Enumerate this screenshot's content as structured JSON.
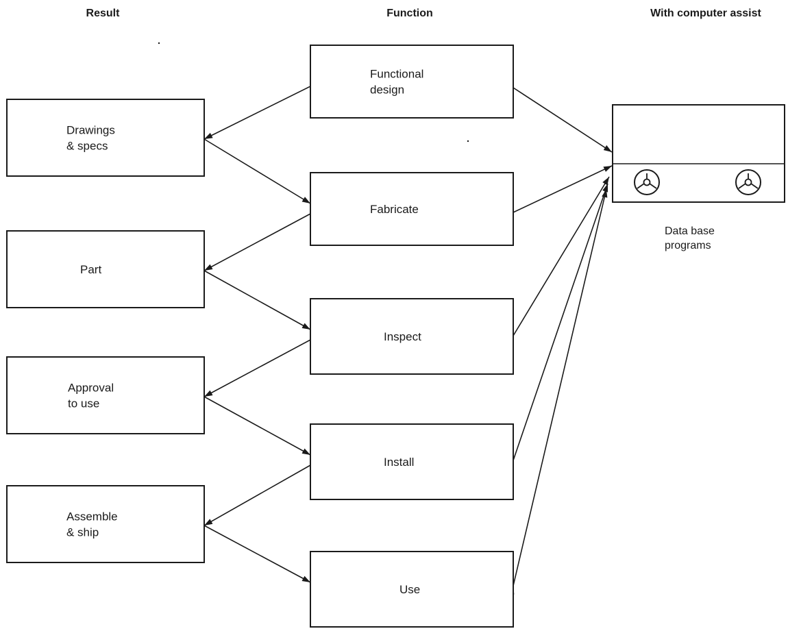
{
  "headers": {
    "result": "Result",
    "function": "Function",
    "computer": "With computer assist"
  },
  "results": [
    {
      "id": "drawings",
      "lines": [
        "Drawings",
        "& specs"
      ]
    },
    {
      "id": "part",
      "lines": [
        "Part"
      ]
    },
    {
      "id": "approval",
      "lines": [
        "Approval",
        "to use"
      ]
    },
    {
      "id": "assemble",
      "lines": [
        "Assemble",
        "& ship"
      ]
    }
  ],
  "functions": [
    {
      "id": "functional-design",
      "lines": [
        "Functional",
        "design"
      ]
    },
    {
      "id": "fabricate",
      "lines": [
        "Fabricate"
      ]
    },
    {
      "id": "inspect",
      "lines": [
        "Inspect"
      ]
    },
    {
      "id": "install",
      "lines": [
        "Install"
      ]
    },
    {
      "id": "use",
      "lines": [
        "Use"
      ]
    }
  ],
  "computer": {
    "caption_lines": [
      "Data base",
      "programs"
    ],
    "icon": "tape-reel-icon"
  },
  "flows": [
    {
      "from": "functional-design",
      "to": "drawings"
    },
    {
      "from": "drawings",
      "to": "fabricate"
    },
    {
      "from": "fabricate",
      "to": "part"
    },
    {
      "from": "part",
      "to": "inspect"
    },
    {
      "from": "inspect",
      "to": "approval"
    },
    {
      "from": "approval",
      "to": "install"
    },
    {
      "from": "install",
      "to": "assemble"
    },
    {
      "from": "assemble",
      "to": "use"
    }
  ],
  "computer_links": [
    "functional-design",
    "fabricate",
    "inspect",
    "install",
    "use"
  ]
}
